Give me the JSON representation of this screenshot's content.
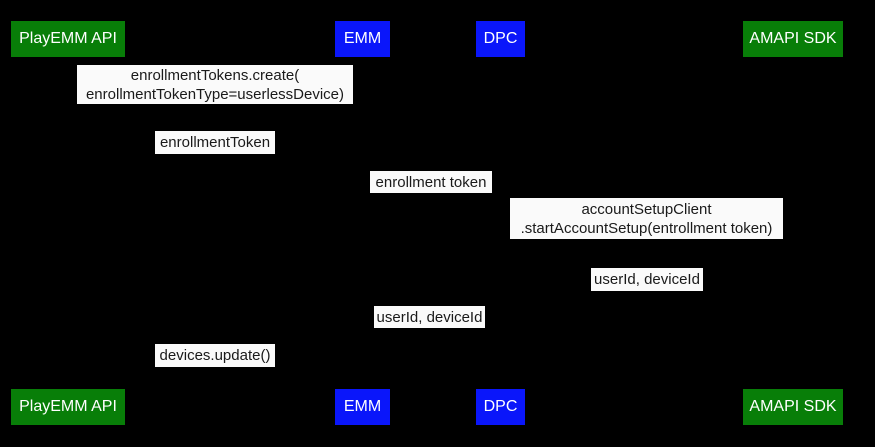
{
  "colors": {
    "background": "#000000",
    "actor_green": "#087e08",
    "actor_blue": "#0a16fa",
    "actor_text": "#ffffff",
    "message_background": "#fafafa",
    "message_text": "#1a1a1a"
  },
  "actors": [
    {
      "label": "PlayEMM API",
      "color": "green"
    },
    {
      "label": "EMM",
      "color": "blue"
    },
    {
      "label": "DPC",
      "color": "blue"
    },
    {
      "label": "AMAPI SDK",
      "color": "green"
    }
  ],
  "messages": [
    {
      "text": "enrollmentTokens.create(\nenrollmentTokenType=userlessDevice)"
    },
    {
      "text": "enrollmentToken"
    },
    {
      "text": "enrollment token"
    },
    {
      "text": "accountSetupClient\n.startAccountSetup(entrollment token)"
    },
    {
      "text": "userId, deviceId"
    },
    {
      "text": "userId, deviceId"
    },
    {
      "text": "devices.update()"
    }
  ]
}
